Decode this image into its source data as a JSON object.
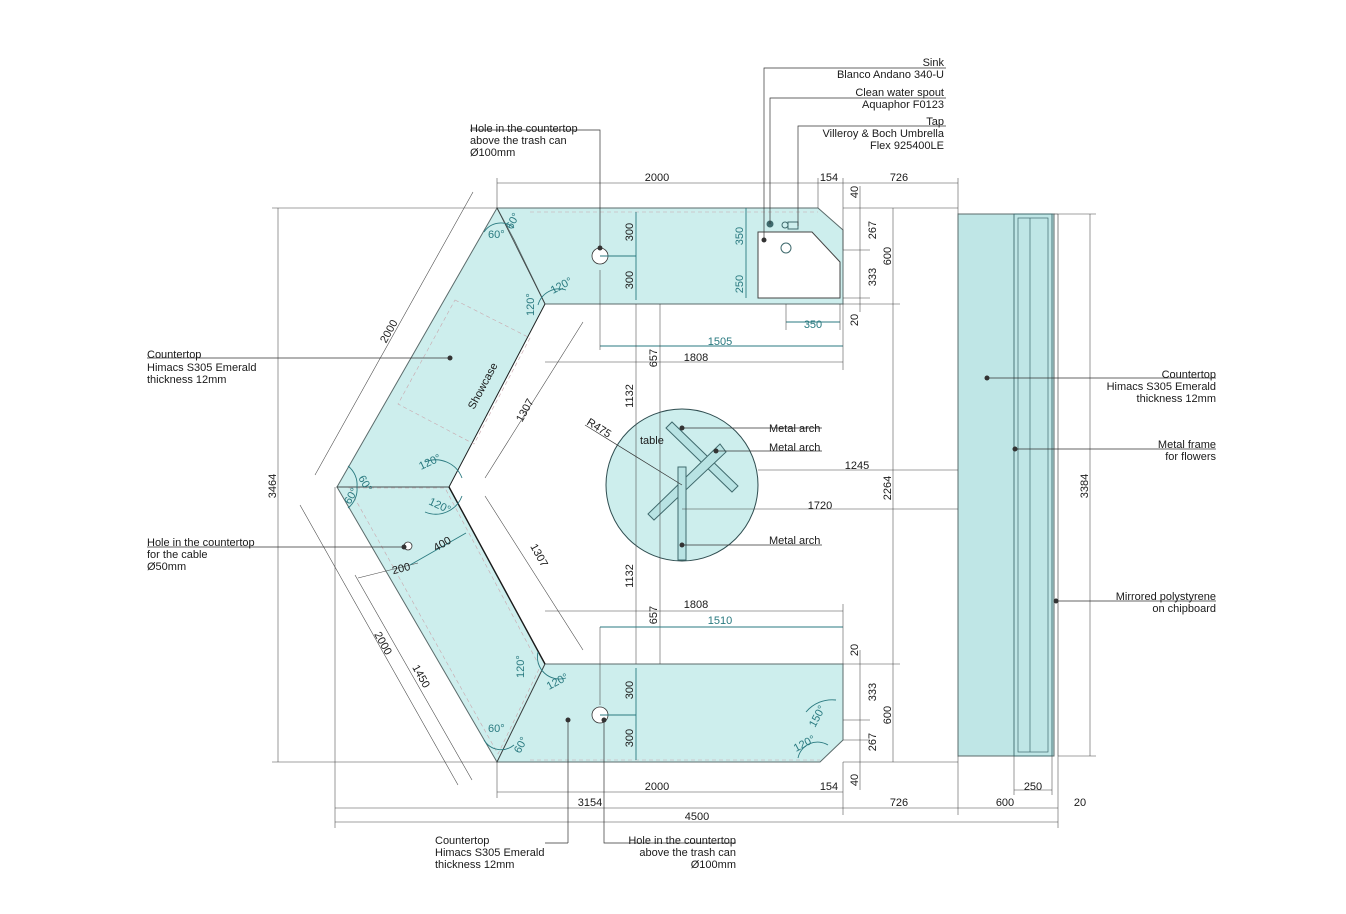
{
  "callouts": {
    "sink": {
      "title": "Sink",
      "model": "Blanco Andano 340-U"
    },
    "spout": {
      "title": "Clean water spout",
      "model": "Aquaphor F0123"
    },
    "tap": {
      "title": "Tap",
      "model1": "Villeroy & Boch Umbrella",
      "model2": "Flex 925400LE"
    },
    "hole_top": {
      "l1": "Hole in the countertop",
      "l2": "above the trash can",
      "l3": "Ø100mm"
    },
    "hole_bottom": {
      "l1": "Hole in the countertop",
      "l2": "above the trash can",
      "l3": "Ø100mm"
    },
    "countertop_left": {
      "l1": "Countertop",
      "l2": "Himacs S305 Emerald",
      "l3": "thickness 12mm"
    },
    "countertop_right": {
      "l1": "Countertop",
      "l2": "Himacs S305 Emerald",
      "l3": "thickness 12mm"
    },
    "countertop_bottom": {
      "l1": "Countertop",
      "l2": "Himacs S305 Emerald",
      "l3": "thickness 12mm"
    },
    "cable_hole": {
      "l1": "Hole in the countertop",
      "l2": "for the cable",
      "l3": "Ø50mm"
    },
    "metal_frame": {
      "l1": "Metal frame",
      "l2": "for flowers"
    },
    "mirrored": {
      "l1": "Mirrored polystyrene",
      "l2": "on chipboard"
    },
    "arch1": "Metal arch",
    "arch2": "Metal arch",
    "arch3": "Metal arch"
  },
  "labels": {
    "showcase": "Showcase",
    "table": "table",
    "radius": "R475"
  },
  "angles": {
    "a60": "60°",
    "a120": "120°",
    "a150": "150°"
  },
  "dimensions": {
    "top_2000": "2000",
    "top_154": "154",
    "top_726": "726",
    "top_40": "40",
    "right_267": "267",
    "right_333": "333",
    "right_600": "600",
    "right_20": "20",
    "sink_350v": "350",
    "sink_250v": "250",
    "sink_350h": "350",
    "hole_300a": "300",
    "hole_300b": "300",
    "d_1505": "1505",
    "d_1808_top": "1808",
    "d_657_top": "657",
    "d_1132_top": "1132",
    "d_1245": "1245",
    "d_1720": "1720",
    "d_2264": "2264",
    "d_1132_bot": "1132",
    "d_657_bot": "657",
    "d_1808_bot": "1808",
    "d_1510": "1510",
    "bot_20": "20",
    "bot_333": "333",
    "bot_600": "600",
    "bot_267": "267",
    "bot_40": "40",
    "hole_300c": "300",
    "hole_300d": "300",
    "bot_2000": "2000",
    "bot_154": "154",
    "bot_3154": "3154",
    "bot_4500": "4500",
    "bot_726": "726",
    "bot_600w": "600",
    "bot_250": "250",
    "bot_20w": "20",
    "left_3464": "3464",
    "right_3384": "3384",
    "diag_2000_top": "2000",
    "diag_1307_top": "1307",
    "diag_1307_bot": "1307",
    "diag_2000_bot": "2000",
    "diag_1450": "1450",
    "d_400": "400",
    "d_200": "200"
  },
  "colors": {
    "countertop": "#cdeeed",
    "stroke": "#5b6b6b",
    "dim_teal": "#2a7a80"
  }
}
